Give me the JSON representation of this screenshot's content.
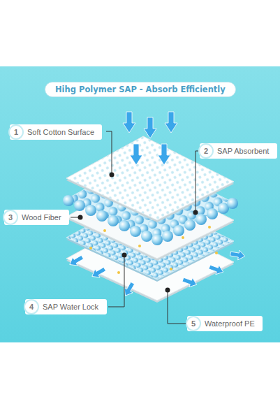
{
  "diagram": {
    "title": "Hihg Polymer SAP - Absorb Efficiently",
    "nodes": [
      {
        "text": [
          "1",
          "Soft Cotton Surface"
        ]
      },
      {
        "text": [
          "2",
          "SAP Absorbent"
        ]
      },
      {
        "text": [
          "3",
          "Wood Fiber"
        ]
      },
      {
        "text": [
          "4",
          "SAP Water Lock"
        ]
      },
      {
        "text": [
          "5",
          "Waterproof PE"
        ]
      }
    ]
  }
}
